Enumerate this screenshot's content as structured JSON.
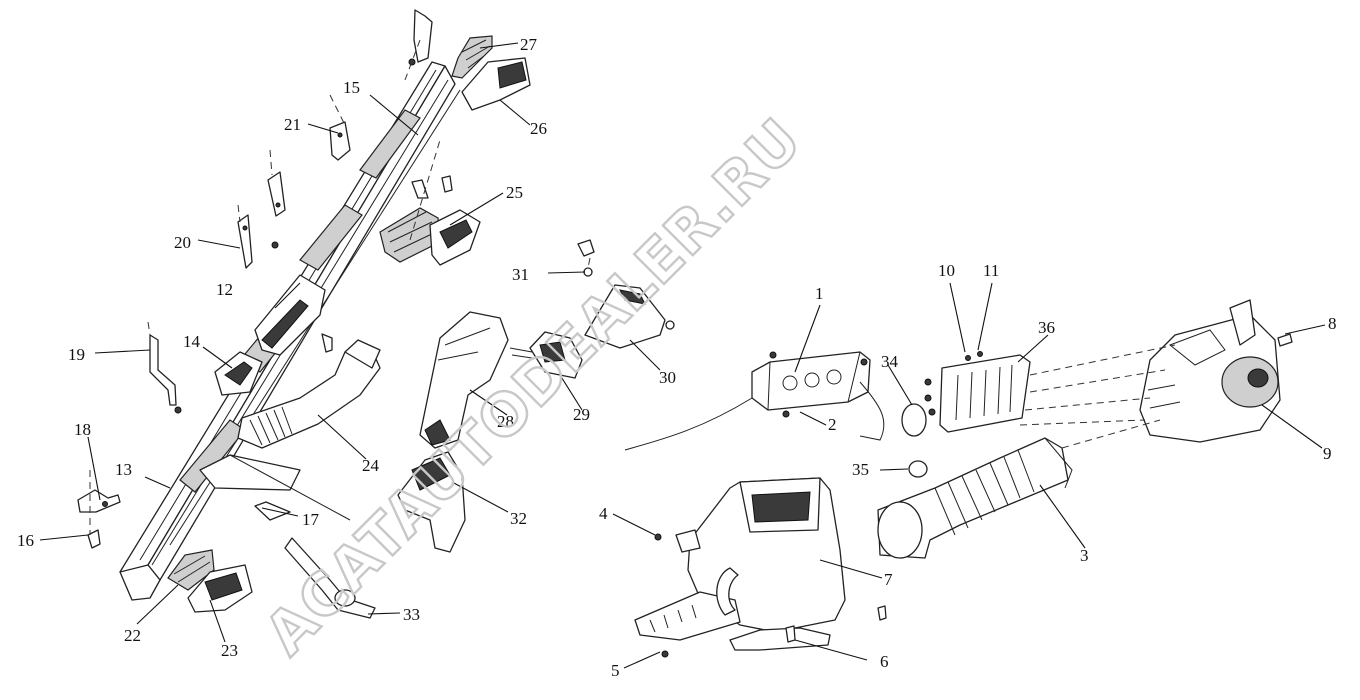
{
  "watermarks": [
    "ACATAUTODEALER.RU"
  ],
  "callouts": [
    "1",
    "2",
    "3",
    "4",
    "5",
    "6",
    "7",
    "8",
    "9",
    "10",
    "11",
    "12",
    "13",
    "14",
    "15",
    "16",
    "17",
    "18",
    "19",
    "20",
    "21",
    "22",
    "23",
    "24",
    "25",
    "26",
    "27",
    "28",
    "29",
    "30",
    "31",
    "32",
    "33",
    "34",
    "35",
    "36"
  ],
  "colors": {
    "line": "#222222",
    "watermark": "#c8c8c8",
    "background": "#ffffff"
  }
}
